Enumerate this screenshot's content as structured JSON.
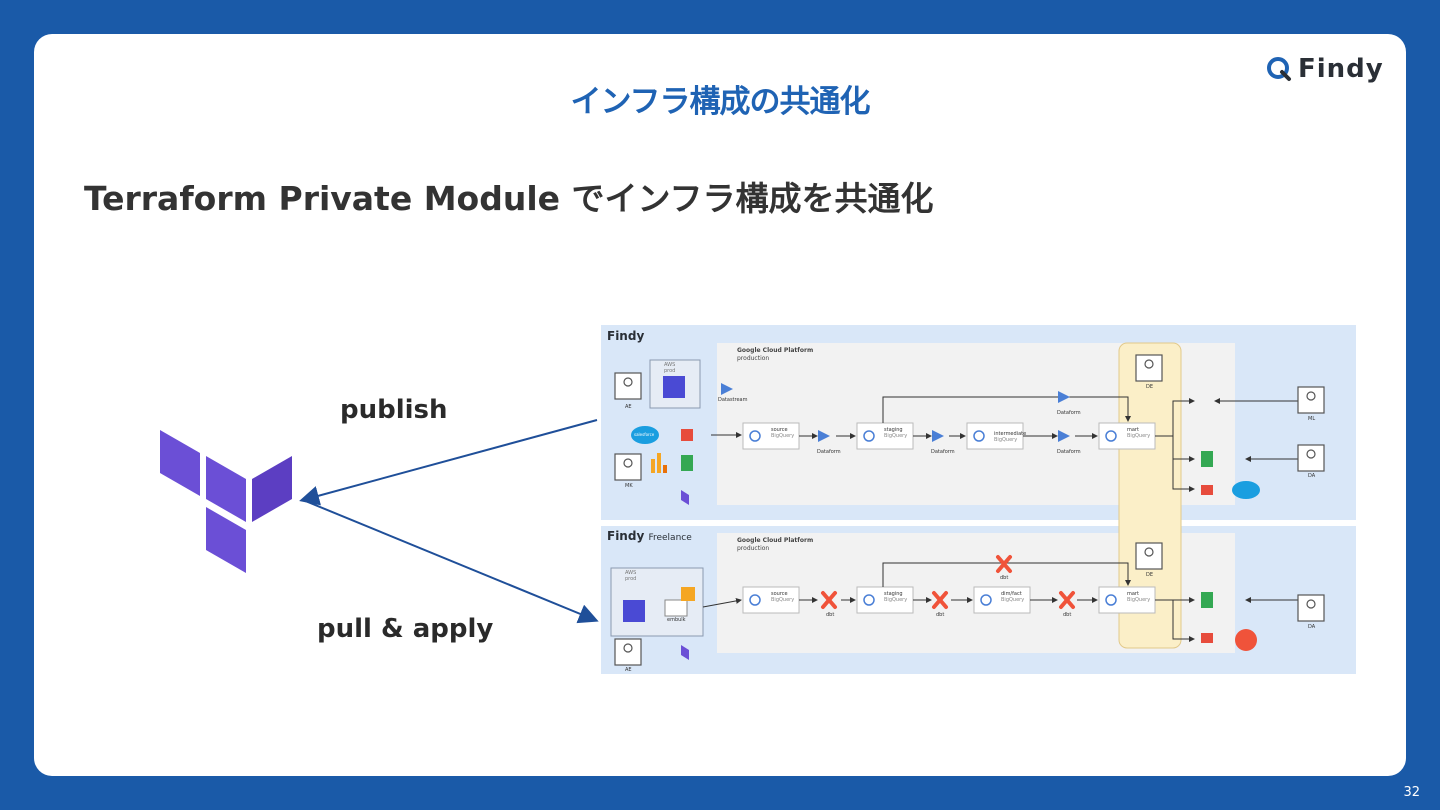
{
  "slide": {
    "title": "インフラ構成の共通化",
    "subtitle": "Terraform Private Module でインフラ構成を共通化",
    "brand": "Findy",
    "page_number": "32",
    "publish_label": "publish",
    "pull_label": "pull & apply"
  },
  "diagram": {
    "top": {
      "brand": "Findy",
      "gcp_title": "Google Cloud Platform",
      "gcp_env": "production",
      "aws_title": "AWS",
      "aws_env": "prod",
      "datastream": "Datastream",
      "users": [
        "AE",
        "MK",
        "DE",
        "ML",
        "DA"
      ],
      "nodes": [
        {
          "name": "source",
          "sub": "BigQuery"
        },
        {
          "name": "staging",
          "sub": "BigQuery"
        },
        {
          "name": "intermediate",
          "sub": "BigQuery"
        },
        {
          "name": "mart",
          "sub": "BigQuery"
        }
      ],
      "transform": "Dataform",
      "salesforce": "salesforce"
    },
    "bottom": {
      "brand": "Findy",
      "brand_sub": "Freelance",
      "gcp_title": "Google Cloud Platform",
      "gcp_env": "production",
      "aws_title": "AWS",
      "aws_env": "prod",
      "embulk": "embulk",
      "users": [
        "AE",
        "DE",
        "DA"
      ],
      "nodes": [
        {
          "name": "source",
          "sub": "BigQuery"
        },
        {
          "name": "staging",
          "sub": "BigQuery"
        },
        {
          "name": "dim/fact",
          "sub": "BigQuery"
        },
        {
          "name": "mart",
          "sub": "BigQuery"
        }
      ],
      "transform": "dbt"
    }
  },
  "colors": {
    "background": "#1a5aa8",
    "title": "#1f63b4",
    "terraform": "#6b4fd6",
    "diagram_bg": "#d9e7f8",
    "de_band": "#fbefc8"
  }
}
